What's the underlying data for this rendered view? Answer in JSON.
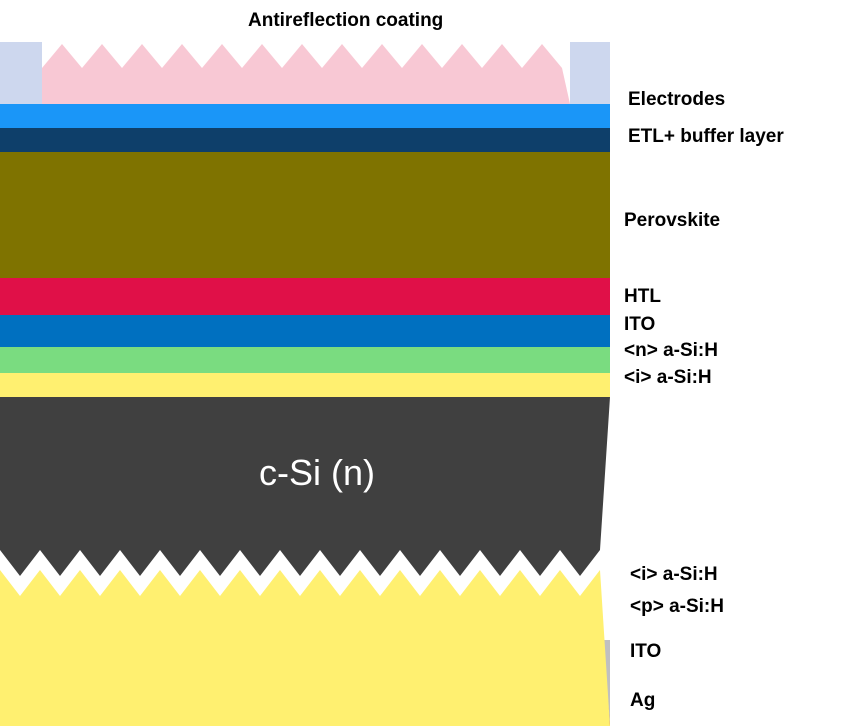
{
  "title": "Antireflection coating",
  "center_label": "c-Si (n)",
  "labels": {
    "electrodes": "Electrodes",
    "etl": "ETL+ buffer layer",
    "perovskite": "Perovskite",
    "htl": "HTL",
    "ito_top": "ITO",
    "n_asi": "<n> a-Si:H",
    "i_asi_top": "<i> a-Si:H",
    "i_asi_bottom": "<i> a-Si:H",
    "p_asi": "<p> a-Si:H",
    "ito_bottom": "ITO",
    "ag": "Ag"
  },
  "colors": {
    "antireflection": "#f8c8d4",
    "electrode_blocks": "#cdd7ee",
    "electrodes_layer": "#1a96f8",
    "etl": "#0e3f6a",
    "perovskite": "#7f7300",
    "htl": "#e01048",
    "ito": "#0070c0",
    "n_asi": "#7adc80",
    "i_asi": "#fff070",
    "csi": "#404040",
    "p_asi": "#e01048",
    "ag": "#c0c0c0"
  }
}
